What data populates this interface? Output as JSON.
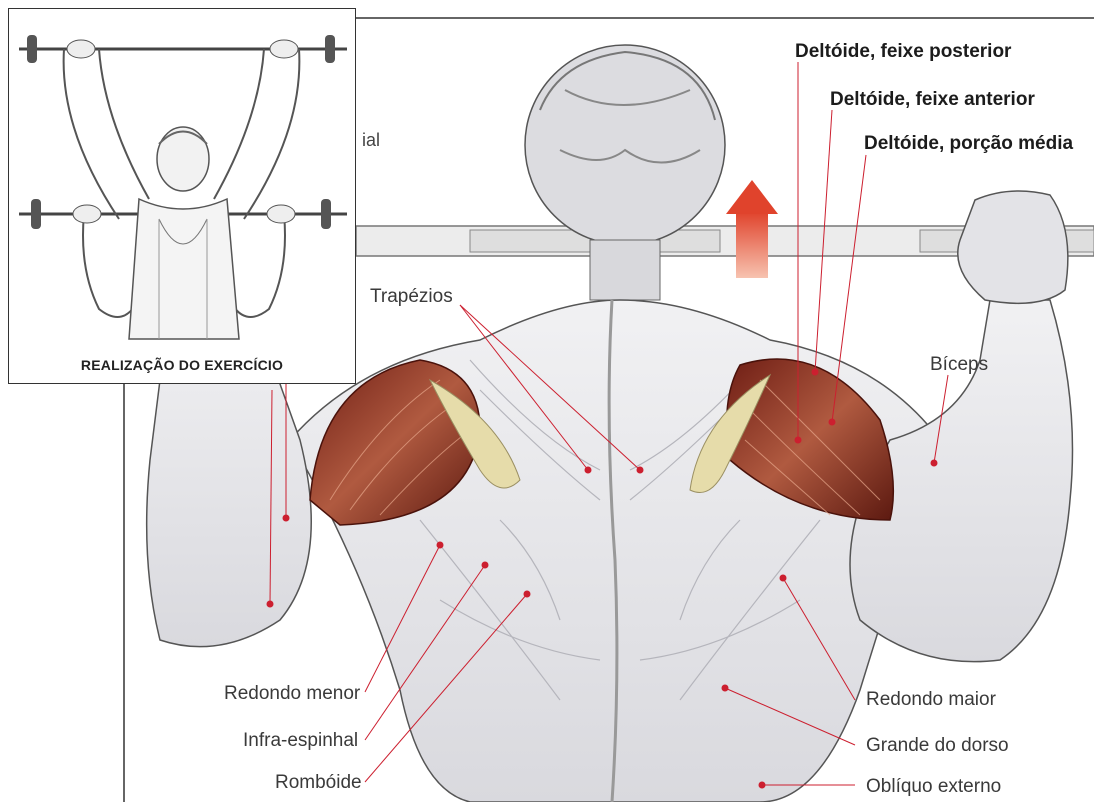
{
  "inset": {
    "caption": "REALIZAÇÃO DO EXERCÍCIO",
    "partial_text": "ial"
  },
  "labels": {
    "deltoid_posterior": "Deltóide, feixe posterior",
    "deltoid_anterior": "Deltóide, feixe anterior",
    "deltoid_middle": "Deltóide, porção média",
    "trapezius": "Trapézios",
    "biceps": "Bíceps",
    "teres_minor": "Redondo menor",
    "infraspinatus": "Infra-espinhal",
    "rhomboid": "Rombóide",
    "teres_major": "Redondo maior",
    "latissimus": "Grande do dorso",
    "external_oblique": "Oblíquo externo"
  },
  "colors": {
    "highlight_muscle": "#8a2a1e",
    "muscle_light": "#e9e9ec",
    "tendon": "#e6dcaa",
    "arrow": "#e05a3c",
    "pointer_dot": "#cc1f2f"
  }
}
